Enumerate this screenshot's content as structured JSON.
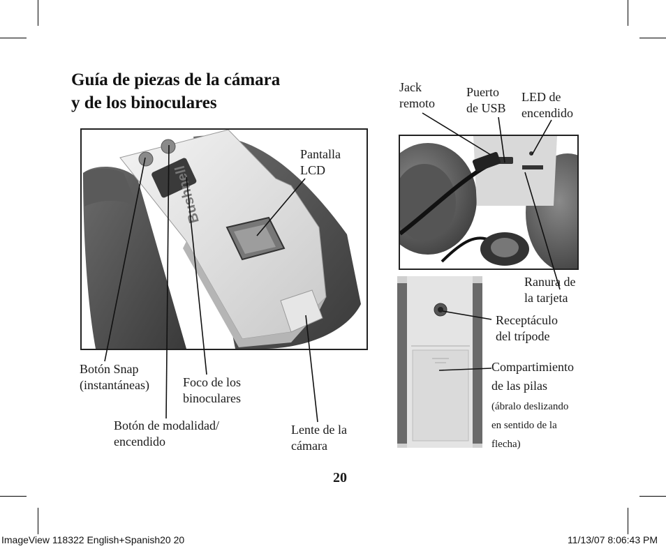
{
  "title": {
    "line1": "Guía de piezas de la cámara",
    "line2": "y de los binoculares"
  },
  "labels": {
    "pantalla_lcd": [
      "Pantalla",
      "LCD"
    ],
    "boton_snap": [
      "Botón Snap",
      "(instantáneas)"
    ],
    "foco": [
      "Foco de los",
      "binoculares"
    ],
    "boton_modalidad": [
      "Botón de modalidad/",
      "encendido"
    ],
    "lente": [
      "Lente de la",
      "cámara"
    ],
    "jack_remoto": [
      "Jack",
      "remoto"
    ],
    "puerto_usb": [
      "Puerto",
      "de USB"
    ],
    "led": [
      "LED de",
      "encendido"
    ],
    "ranura": [
      "Ranura de",
      "la tarjeta"
    ],
    "receptaculo": [
      "Receptáculo",
      "del trípode"
    ],
    "compartimiento": [
      "Compartimiento",
      "de las pilas"
    ],
    "compartimiento_note": [
      "(ábralo deslizando",
      "en sentido de la",
      "flecha)"
    ]
  },
  "brand": "Bushnell",
  "page_number": "20",
  "footer": {
    "left": "ImageView 118322 English+Spanish20   20",
    "right": "11/13/07   8:06:43 PM"
  }
}
